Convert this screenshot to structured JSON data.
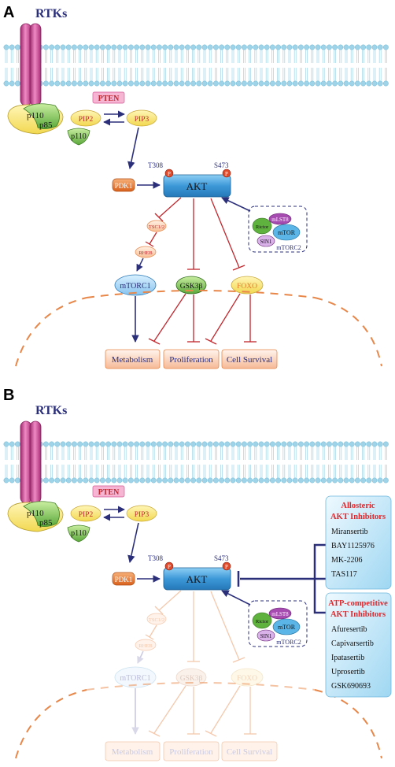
{
  "panel_a": {
    "letter": "A",
    "receptor": "RTKs",
    "pten": "PTEN",
    "p110": "p110",
    "p85": "p85",
    "pip2": "PIP2",
    "pip3": "PIP3",
    "p110_free": "p110",
    "pdk1": "PDK1",
    "akt": "AKT",
    "t308": "T308",
    "s473": "S473",
    "phospho": "P",
    "tsc": "TSC1/2",
    "rheb": "RHEB",
    "mtorc1": "mTORC1",
    "gsk3b": "GSK3β",
    "foxo": "FOXO",
    "mlst8": "mLST8",
    "rictor": "Rictor",
    "mtor": "mTOR",
    "sin1": "SIN1",
    "mtorc2": "mTORC2",
    "metabolism": "Metabolism",
    "proliferation": "Proliferation",
    "cell_survival": "Cell Survival"
  },
  "panel_b": {
    "letter": "B",
    "receptor": "RTKs",
    "pten": "PTEN",
    "p110": "p110",
    "p85": "p85",
    "pip2": "PIP2",
    "pip3": "PIP3",
    "p110_free": "p110",
    "pdk1": "PDK1",
    "akt": "AKT",
    "t308": "T308",
    "s473": "S473",
    "phospho": "P",
    "tsc": "TSC1/2",
    "rheb": "RHEB",
    "mtorc1": "mTORC1",
    "gsk3b": "GSK3β",
    "foxo": "FOXO",
    "mlst8": "mLST8",
    "rictor": "Rictor",
    "mtor": "mTOR",
    "sin1": "SIN1",
    "mtorc2": "mTORC2",
    "metabolism": "Metabolism",
    "proliferation": "Proliferation",
    "cell_survival": "Cell Survival",
    "allosteric_title_1": "Allosteric",
    "allosteric_title_2": "AKT Inhibitors",
    "allosteric_drugs": [
      "Miransertib",
      "BAY1125976",
      "MK-2206",
      "TAS117"
    ],
    "atp_title_1": "ATP-competitive",
    "atp_title_2": "AKT Inhibitors",
    "atp_drugs": [
      "Afuresertib",
      "Capivarsertib",
      "Ipatasertib",
      "Uprosertib",
      "GSK690693"
    ]
  },
  "colors": {
    "membrane": "#9fd4e8",
    "navy": "#2b2f7a",
    "inhibit_red": "#c0272d",
    "rtk_pink": "#c8418f",
    "akt_blue": "#3d98d8",
    "pdk1_orange": "#e8762a",
    "faded": "#f6c9a8",
    "inhibitor_box": "#d6effa",
    "inhibitor_title": "#e0262b"
  }
}
